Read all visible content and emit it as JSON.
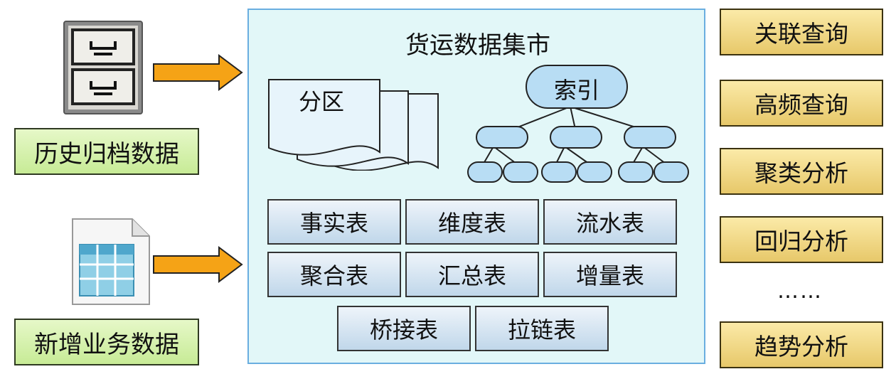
{
  "sources": {
    "history_label": "历史归档数据",
    "new_label": "新增业务数据",
    "history_icon": "file-cabinet-icon",
    "new_icon": "spreadsheet-file-icon"
  },
  "mart": {
    "title": "货运数据集市",
    "partition_label": "分区",
    "index_label": "索引",
    "tables": [
      [
        "事实表",
        "维度表",
        "流水表"
      ],
      [
        "聚合表",
        "汇总表",
        "增量表"
      ],
      [
        "桥接表",
        "拉链表"
      ]
    ]
  },
  "applications": {
    "items": [
      "关联查询",
      "高频查询",
      "聚类分析",
      "回归分析"
    ],
    "ellipsis": "……",
    "last": "趋势分析"
  },
  "colors": {
    "source_box": "#cdeea0",
    "app_box": "#f2d98a",
    "mart_bg": "#e2f7f8",
    "mart_border": "#6aaee0",
    "arrow": "#f5a316",
    "table_cell": "#d6e6f4"
  }
}
